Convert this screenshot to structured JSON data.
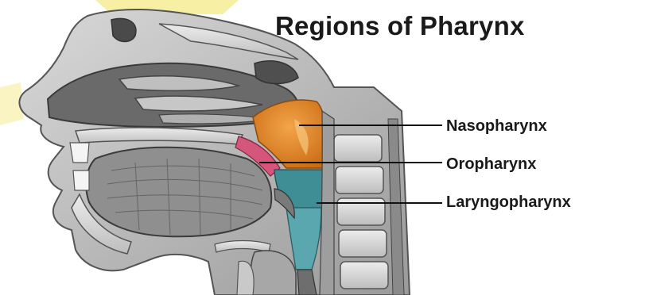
{
  "title": "Regions of Pharynx",
  "labels": {
    "nasopharynx": "Nasopharynx",
    "oropharynx": "Oropharynx",
    "laryngopharynx": "Laryngopharynx"
  },
  "colors": {
    "nasopharynx": "#e0821f",
    "oropharynx": "#3f8e96",
    "laryngopharynx": "#5aa7b0",
    "soft_palate": "#d6557a",
    "watermark": "#f2e36a"
  }
}
